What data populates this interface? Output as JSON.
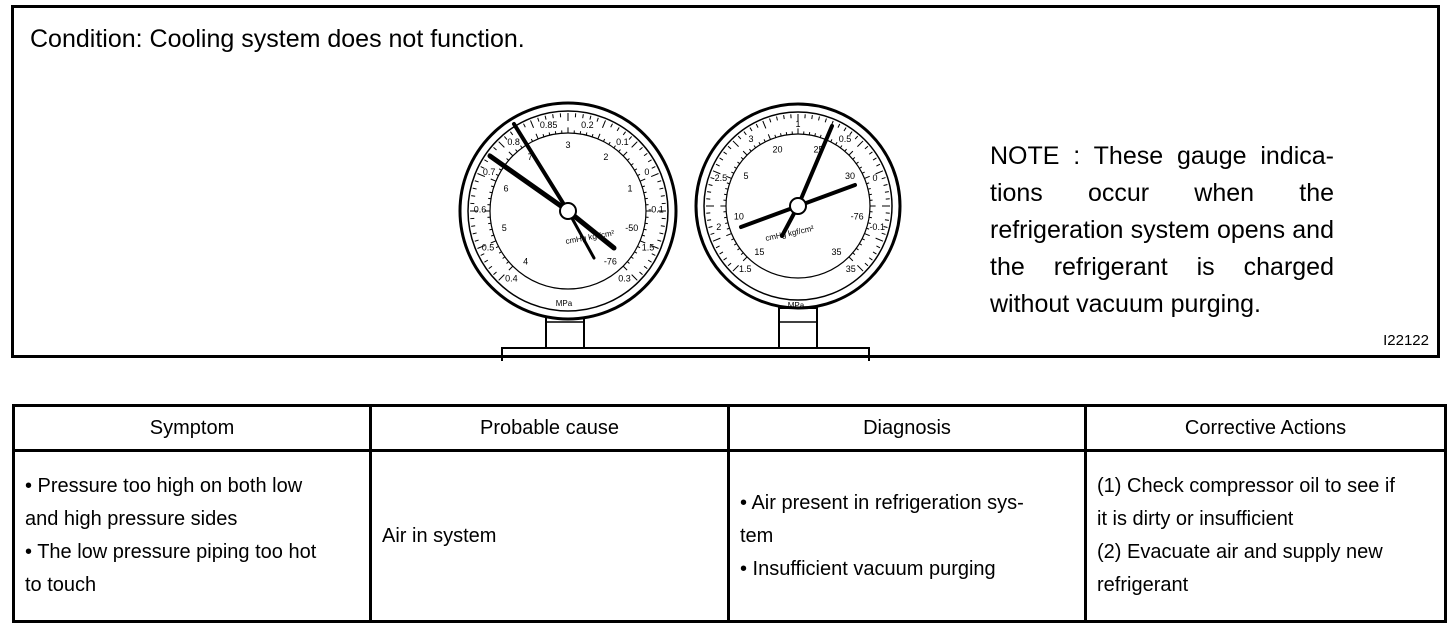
{
  "condition": "Condition: Cooling system does not function.",
  "note": "NOTE : These gauge indica-tions occur when the refrigeration system opens and the refrigerant is charged without vacuum purging.",
  "figure_id": "I22122",
  "left_gauge": {
    "outer_labels": [
      "0.4",
      "0.5",
      "0.6",
      "0.7",
      "0.8",
      "0.85",
      "0.2",
      "0.1",
      "0",
      "-0.1",
      "1.5",
      "0.3"
    ],
    "inner_labels": [
      "4",
      "5",
      "6",
      "7",
      "3",
      "2",
      "1",
      "-50",
      "-76"
    ],
    "unit_inner": "cmHg kgf/cm²",
    "unit_outer": "MPa"
  },
  "right_gauge": {
    "outer_labels": [
      "1.5",
      "2",
      "2.5",
      "3",
      "1",
      "0.5",
      "0",
      "-0.1",
      "35"
    ],
    "inner_labels": [
      "15",
      "10",
      "5",
      "20",
      "25",
      "30",
      "-76",
      "35"
    ],
    "unit_inner": "cmHg kgf/cm²",
    "unit_outer": "MPa"
  },
  "table": {
    "headers": [
      "Symptom",
      "Probable cause",
      "Diagnosis",
      "Corrective Actions"
    ],
    "row": {
      "symptom": [
        "• Pressure too high on both low",
        "and high pressure sides",
        "• The low pressure piping too hot",
        "to touch"
      ],
      "cause": "Air in system",
      "diagnosis": [
        "• Air present in refrigeration sys-",
        "tem",
        "• Insufficient vacuum purging"
      ],
      "actions": [
        "(1) Check compressor oil to see if",
        "it is dirty or insufficient",
        "(2) Evacuate air and supply new",
        "refrigerant"
      ]
    }
  }
}
